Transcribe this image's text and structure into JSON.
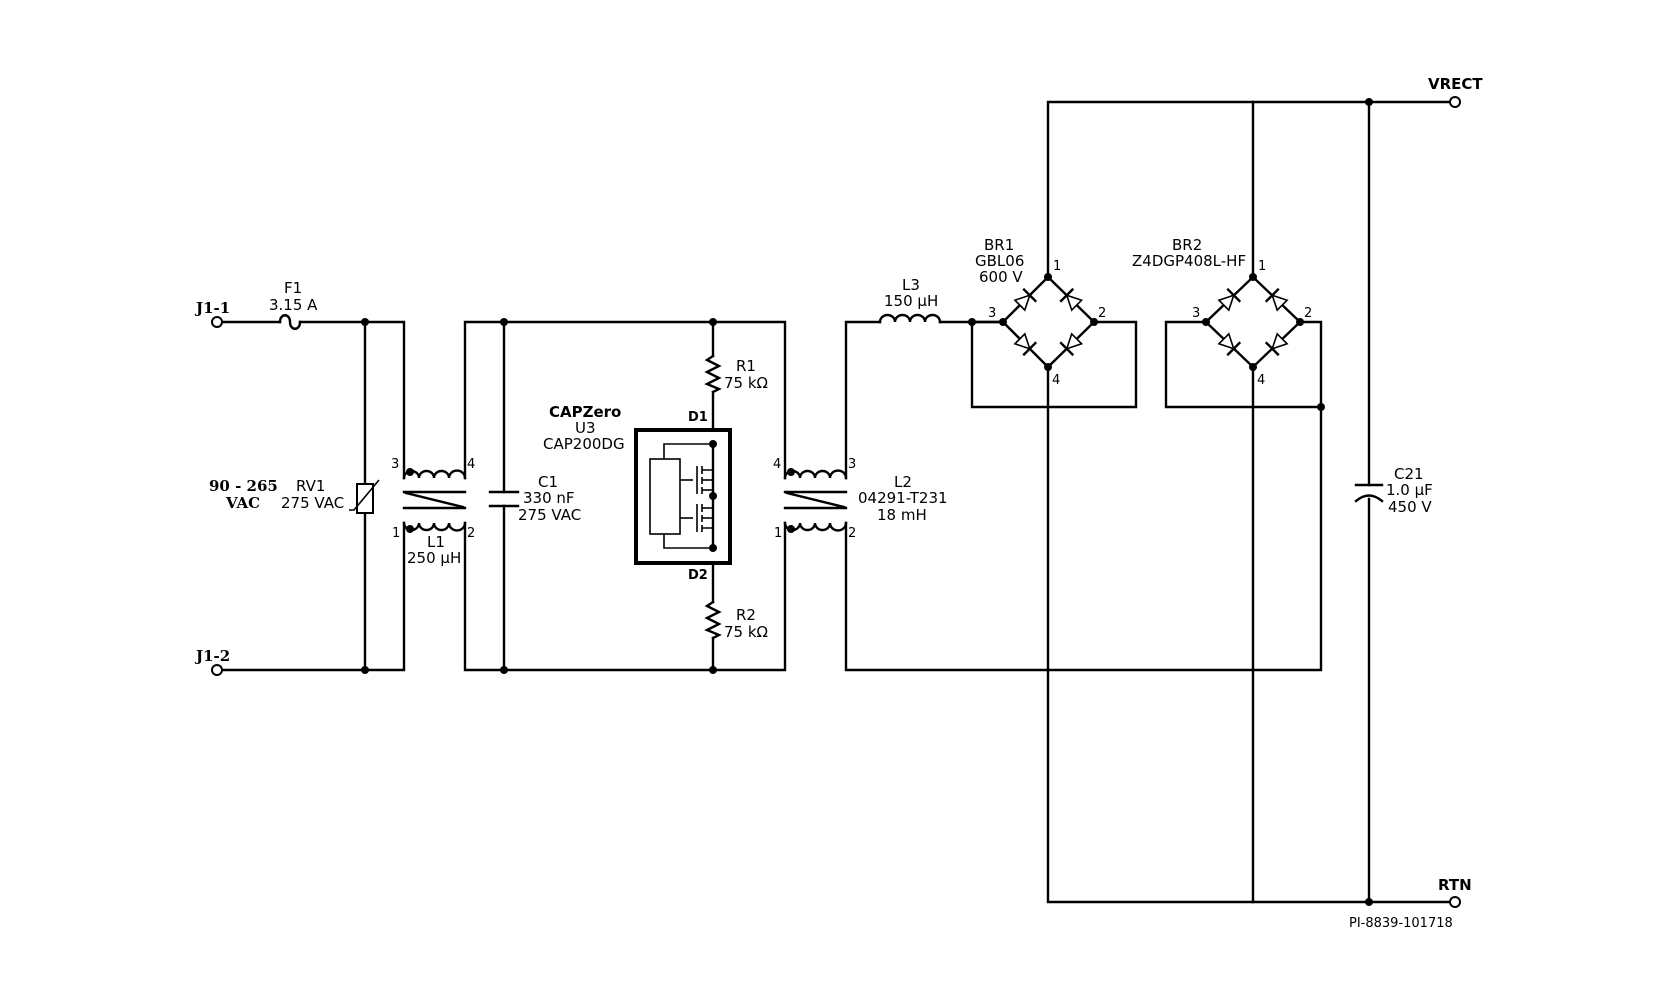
{
  "terminals": {
    "j1_1": "J1-1",
    "j1_2": "J1-2",
    "vrect": "VRECT",
    "rtn": "RTN"
  },
  "input": {
    "line1": "90 - 265",
    "line2": "VAC"
  },
  "f1": {
    "ref": "F1",
    "value": "3.15 A"
  },
  "rv1": {
    "ref": "RV1",
    "value": "275 VAC"
  },
  "l1": {
    "ref": "L1",
    "value": "250 µH",
    "pins": [
      "3",
      "4",
      "1",
      "2"
    ]
  },
  "c1": {
    "ref": "C1",
    "value": "330 nF",
    "rating": "275 VAC"
  },
  "u3": {
    "family": "CAPZero",
    "ref": "U3",
    "part": "CAP200DG",
    "pin_d1": "D1",
    "pin_d2": "D2"
  },
  "r1": {
    "ref": "R1",
    "value": "75 kΩ"
  },
  "r2": {
    "ref": "R2",
    "value": "75 kΩ"
  },
  "l2": {
    "ref": "L2",
    "part": "04291-T231",
    "value": "18 mH",
    "pins": [
      "4",
      "3",
      "1",
      "2"
    ]
  },
  "l3": {
    "ref": "L3",
    "value": "150 µH"
  },
  "br1": {
    "ref": "BR1",
    "part": "GBL06",
    "rating": "600 V",
    "pins": [
      "1",
      "2",
      "3",
      "4"
    ]
  },
  "br2": {
    "ref": "BR2",
    "part": "Z4DGP408L-HF",
    "pins": [
      "1",
      "2",
      "3",
      "4"
    ]
  },
  "c21": {
    "ref": "C21",
    "value": "1.0 µF",
    "rating": "450 V"
  },
  "drawing_id": "PI-8839-101718"
}
